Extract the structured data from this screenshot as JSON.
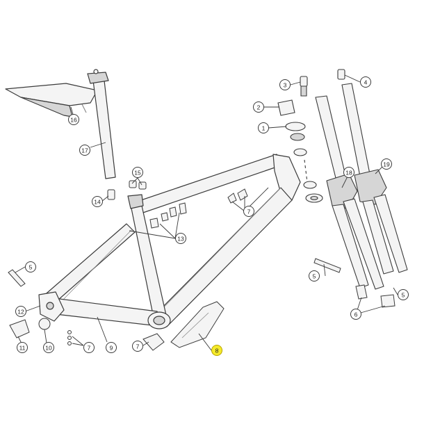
{
  "colors": {
    "line": "#3a3a3a",
    "light_line": "#8a8a8a",
    "part_fill": "#f4f4f4",
    "part_shade": "#d6d6d6",
    "callout_fill": "#ffffff",
    "highlight_fill": "#f5ea2a",
    "highlight_stroke": "#b8a400"
  },
  "callouts": {
    "c1": "1",
    "c2": "2",
    "c3": "3",
    "c4": "4",
    "c5_left": "5",
    "c5_fork": "5",
    "c5_right": "5",
    "c6": "6",
    "c7_top": "7",
    "c7_bottom": "7",
    "c7_dropout": "7",
    "c8": "8",
    "c9": "9",
    "c10": "10",
    "c11": "11",
    "c12": "12",
    "c13": "13",
    "c14": "14",
    "c15": "15",
    "c16": "16",
    "c17": "17",
    "c18": "18",
    "c19": "19"
  },
  "highlighted_part": "8"
}
